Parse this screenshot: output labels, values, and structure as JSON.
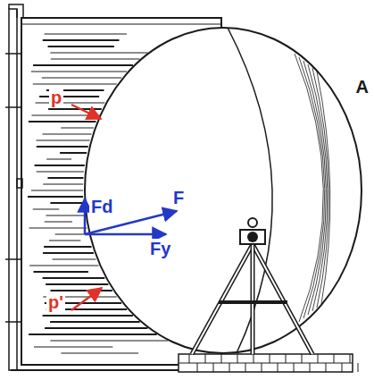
{
  "diagram": {
    "labels": [
      "p",
      "p'",
      "Fd",
      "F",
      "Fy",
      "A"
    ]
  }
}
